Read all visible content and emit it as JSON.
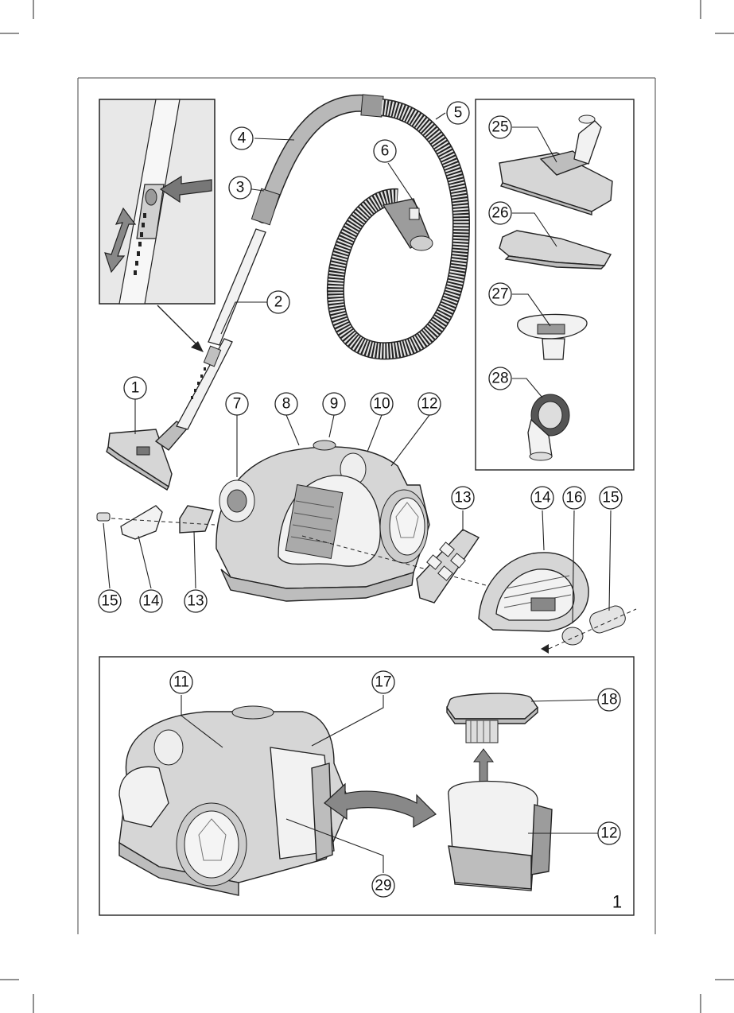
{
  "callouts": {
    "c1": "1",
    "c2": "2",
    "c3": "3",
    "c4": "4",
    "c5": "5",
    "c6": "6",
    "c7": "7",
    "c8": "8",
    "c9": "9",
    "c10": "10",
    "c11": "11",
    "c12a": "12",
    "c12b": "12",
    "c13a": "13",
    "c13b": "13",
    "c14a": "14",
    "c14b": "14",
    "c15a": "15",
    "c15b": "15",
    "c16": "16",
    "c17": "17",
    "c18": "18",
    "c25": "25",
    "c26": "26",
    "c27": "27",
    "c28": "28",
    "c29": "29"
  },
  "figure_number": "1"
}
